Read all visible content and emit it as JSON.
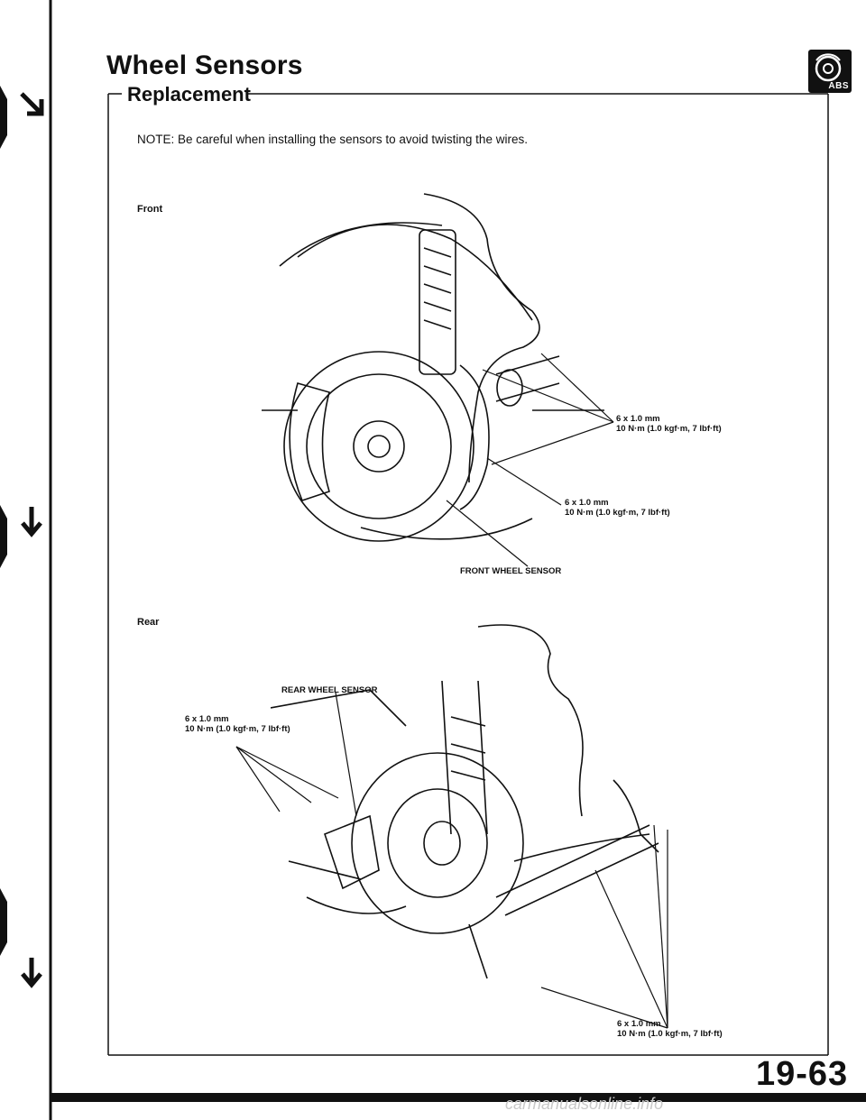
{
  "header": {
    "title": "Wheel Sensors",
    "subtitle": "Replacement",
    "badge_text": "ABS",
    "badge_icon": "brake-disc-icon"
  },
  "note": "NOTE: Be careful when installing the sensors to avoid twisting the wires.",
  "front": {
    "label": "Front",
    "spec_upper": {
      "line1": "6 x 1.0 mm",
      "line2": "10 N·m (1.0 kgf·m, 7 lbf·ft)"
    },
    "spec_lower": {
      "line1": "6 x 1.0 mm",
      "line2": "10 N·m (1.0 kgf·m, 7 lbf·ft)"
    },
    "sensor_label": "FRONT WHEEL SENSOR"
  },
  "rear": {
    "label": "Rear",
    "sensor_label": "REAR WHEEL SENSOR",
    "spec_left": {
      "line1": "6 x 1.0 mm",
      "line2": "10 N·m (1.0 kgf·m, 7 lbf·ft)"
    },
    "spec_bottom": {
      "line1": "6 x 1.0 mm",
      "line2": "10 N·m (1.0 kgf·m, 7 lbf·ft)"
    }
  },
  "page_number": "19-63",
  "watermark": "carmanualsonline.info"
}
